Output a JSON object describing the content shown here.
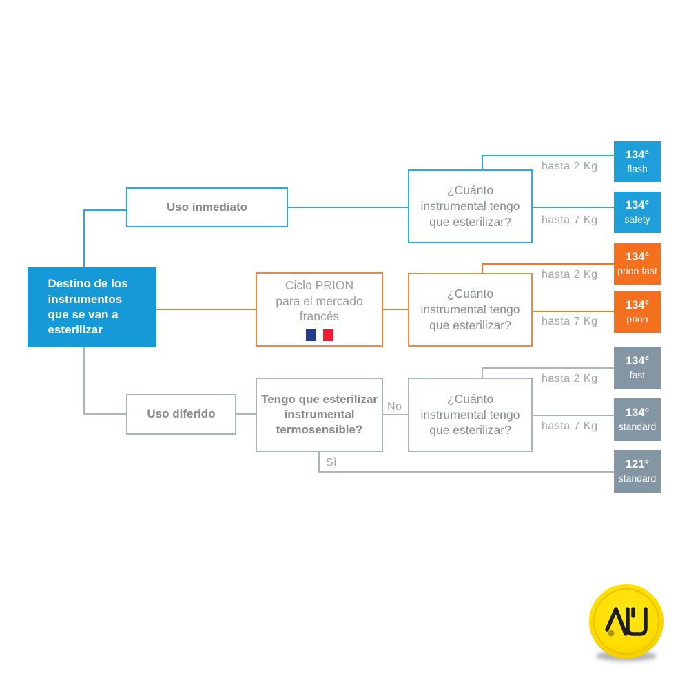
{
  "colors": {
    "blue_fill": "#1699D7",
    "blue_result_fill": "#1E9FD9",
    "blue_line": "#29ABE2",
    "orange_fill": "#F4701E",
    "orange_line": "#F4781F",
    "gray_fill": "#8495A3",
    "gray_line": "#A9B5C0",
    "text_gray": "#8A8D8F",
    "edge_label_gray": "#A0A3A5",
    "flag_blue": "#1F3D8C",
    "flag_red": "#EE1C2E",
    "logo_yellow": "#FFDC00",
    "logo_ink": "#1E1E1E"
  },
  "nodes": {
    "root": "Destino de los instrumentos que se van a esterilizar",
    "uso_inmediato": "Uso inmediato",
    "question_1": "¿Cuánto instrumental tengo que esterilizar?",
    "ciclo_prion_line1": "Ciclo PRION",
    "ciclo_prion_line2": "para el mercado francés",
    "question_2": "¿Cuánto instrumental tengo que esterilizar?",
    "uso_diferido": "Uso diferido",
    "termosensible": "Tengo que esterilizar instrumental termosensible?",
    "question_3": "¿Cuánto instrumental tengo que esterilizar?"
  },
  "edge_labels": {
    "upto_2kg": "hasta 2 Kg",
    "upto_7kg": "hasta 7 Kg",
    "no": "No",
    "yes": "Sì"
  },
  "results": [
    {
      "temp": "134°",
      "cycle": "flash",
      "color": "blue"
    },
    {
      "temp": "134°",
      "cycle": "safety",
      "color": "blue"
    },
    {
      "temp": "134°",
      "cycle": "prion fast",
      "color": "orange"
    },
    {
      "temp": "134°",
      "cycle": "prion",
      "color": "orange"
    },
    {
      "temp": "134°",
      "cycle": "fast",
      "color": "gray"
    },
    {
      "temp": "134°",
      "cycle": "standard",
      "color": "gray"
    },
    {
      "temp": "121°",
      "cycle": "standard",
      "color": "gray"
    }
  ],
  "logo": {
    "monogram": "AU"
  }
}
